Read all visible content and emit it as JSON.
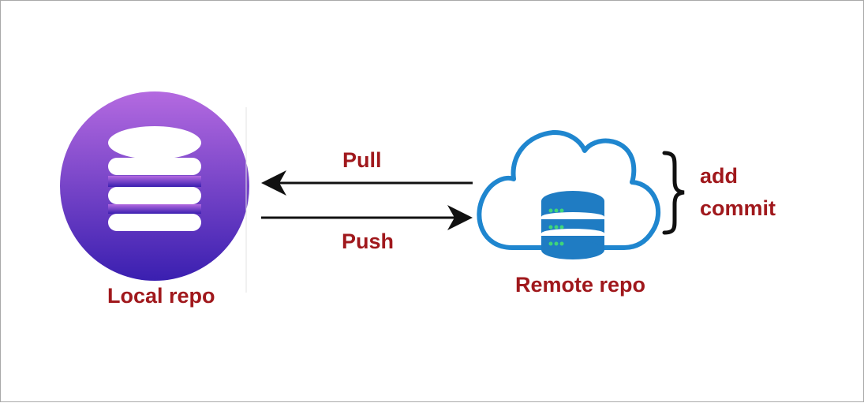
{
  "labels": {
    "local": "Local repo",
    "remote": "Remote repo",
    "pull": "Pull",
    "push": "Push",
    "add": "add",
    "commit": "commit"
  },
  "colors": {
    "label_text": "#a0181c",
    "local_gradient_top": "#b46ae0",
    "local_gradient_bottom": "#3a1fb0",
    "cloud_outline": "#1f86cf",
    "server_blue": "#1f7cc3",
    "server_led": "#3fd57a",
    "arrow": "#111111"
  },
  "icons": {
    "local": "database-icon",
    "remote": "cloud-server-icon"
  }
}
